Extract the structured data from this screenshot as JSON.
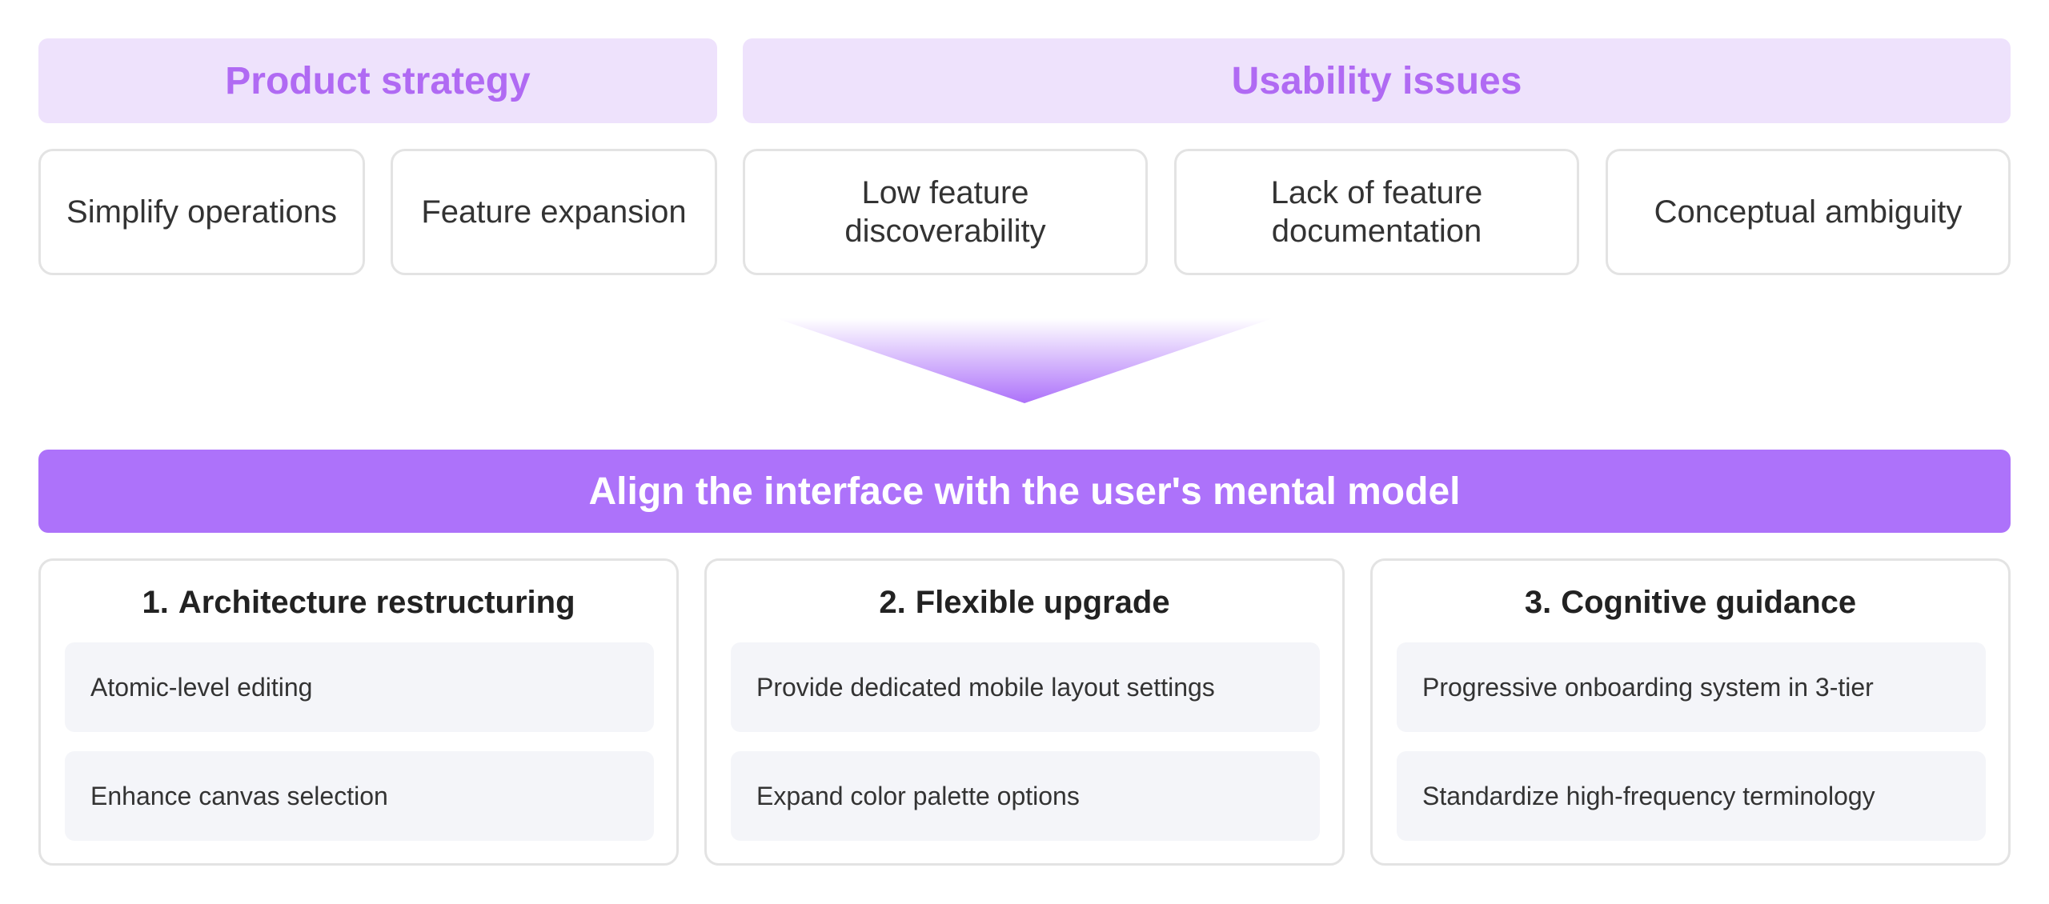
{
  "top_groups": {
    "product_strategy": {
      "title": "Product strategy",
      "items": [
        "Simplify operations",
        "Feature expansion"
      ]
    },
    "usability_issues": {
      "title": "Usability issues",
      "items": [
        "Low feature discoverability",
        "Lack of feature documentation",
        "Conceptual ambiguity"
      ]
    }
  },
  "banner": {
    "title": "Align the interface with the user's mental model"
  },
  "steps": [
    {
      "number": "1.",
      "title": "Architecture restructuring",
      "items": [
        "Atomic-level editing",
        "Enhance canvas selection"
      ]
    },
    {
      "number": "2.",
      "title": "Flexible upgrade",
      "items": [
        "Provide dedicated mobile layout settings",
        "Expand color palette options"
      ]
    },
    {
      "number": "3.",
      "title": "Cognitive guidance",
      "items": [
        "Progressive onboarding system in 3-tier",
        "Standardize high-frequency terminology"
      ]
    }
  ],
  "colors": {
    "accent": "#ad72fa",
    "header_bg": "#eee2fc",
    "header_text": "#b06af3",
    "card_border": "#e3e3e3",
    "item_bg": "#f4f5f9"
  }
}
